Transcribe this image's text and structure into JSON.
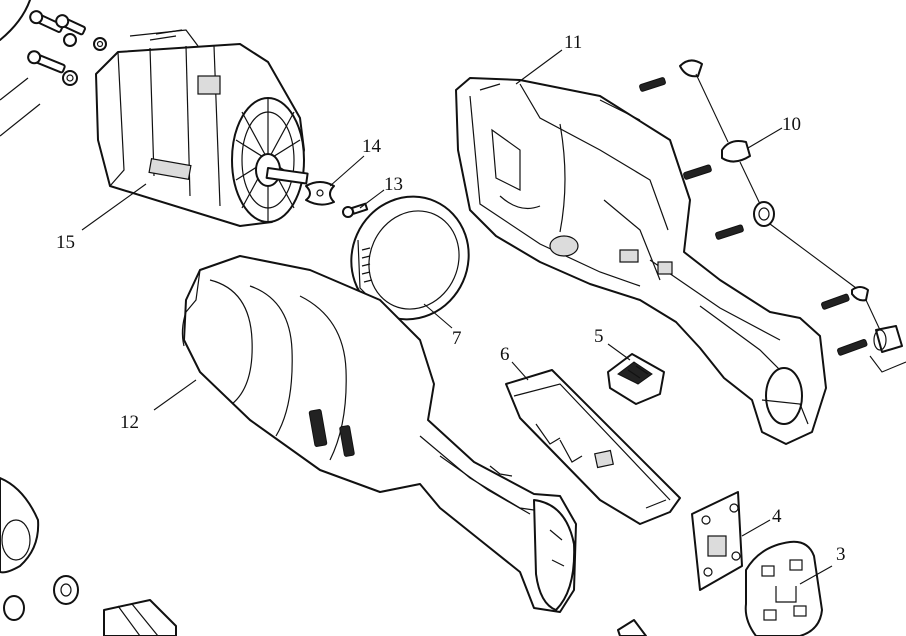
{
  "callouts": [
    {
      "id": "3",
      "label": "3"
    },
    {
      "id": "4",
      "label": "4"
    },
    {
      "id": "5",
      "label": "5"
    },
    {
      "id": "6",
      "label": "6"
    },
    {
      "id": "7",
      "label": "7"
    },
    {
      "id": "10",
      "label": "10"
    },
    {
      "id": "11",
      "label": "11"
    },
    {
      "id": "12",
      "label": "12"
    },
    {
      "id": "13",
      "label": "13"
    },
    {
      "id": "14",
      "label": "14"
    },
    {
      "id": "15",
      "label": "15"
    }
  ]
}
